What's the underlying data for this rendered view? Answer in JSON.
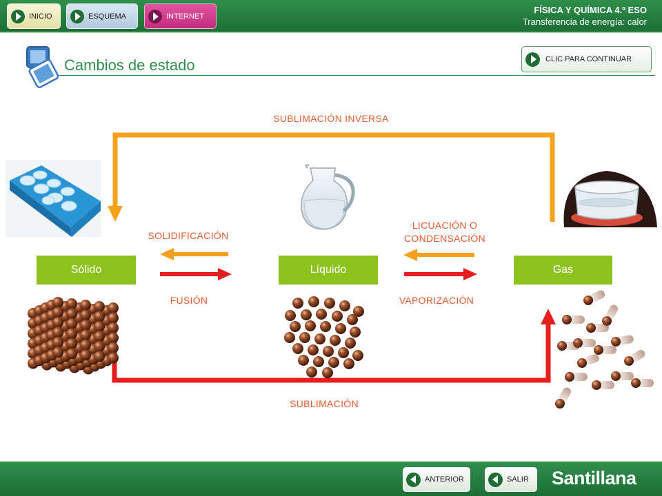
{
  "topbar": {
    "nav": [
      {
        "label": "INICIO"
      },
      {
        "label": "ESQUEMA"
      },
      {
        "label": "INTERNET"
      }
    ],
    "subject": "FÍSICA Y QUÍMICA 4.º ESO",
    "topic": "Transferencia de energía: calor"
  },
  "header": {
    "title": "Cambios de estado",
    "continue_label": "CLIC PARA CONTINUAR"
  },
  "states": {
    "solid": "Sólido",
    "liquid": "Líquido",
    "gas": "Gas"
  },
  "processes": {
    "inverse_sublimation": "SUBLIMACIÓN INVERSA",
    "solidification": "SOLIDIFICACIÓN",
    "liquefaction_line1": "LICUACIÓN O",
    "liquefaction_line2": "CONDENSACIÓN",
    "fusion": "FUSIÓN",
    "vaporization": "VAPORIZACIÓN",
    "sublimation": "SUBLIMACIÓN"
  },
  "footer": {
    "back_label": "ANTERIOR",
    "exit_label": "SALIR",
    "brand": "Santillana"
  },
  "colors": {
    "green": "#2f8f4c",
    "state_box": "#8dc21f",
    "arrow_orange": "#f5a11c",
    "arrow_red": "#e61e1e",
    "label": "#e65b2e"
  },
  "icons": {
    "images": [
      "ice-tray-image",
      "water-jug-image",
      "glass-bowl-image"
    ],
    "particles": [
      "solid-lattice-particles",
      "liquid-particles",
      "gas-particles"
    ]
  }
}
